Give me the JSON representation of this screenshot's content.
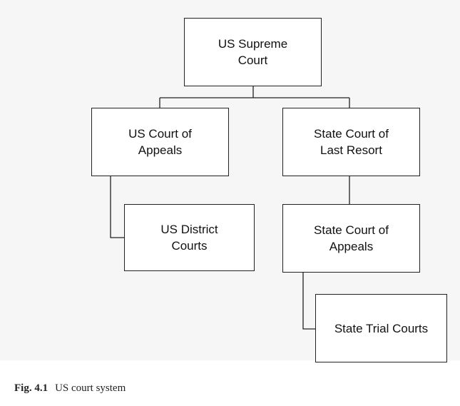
{
  "diagram": {
    "nodes": {
      "supreme": "US Supreme\nCourt",
      "us_court_of_appeals": "US Court of\nAppeals",
      "state_court_last_resort": "State Court of\nLast Resort",
      "us_district_courts": "US District\nCourts",
      "state_court_of_appeals": "State Court of\nAppeals",
      "state_trial_courts": "State Trial Courts"
    }
  },
  "caption": {
    "label": "Fig. 4.1",
    "text": "US court system"
  }
}
